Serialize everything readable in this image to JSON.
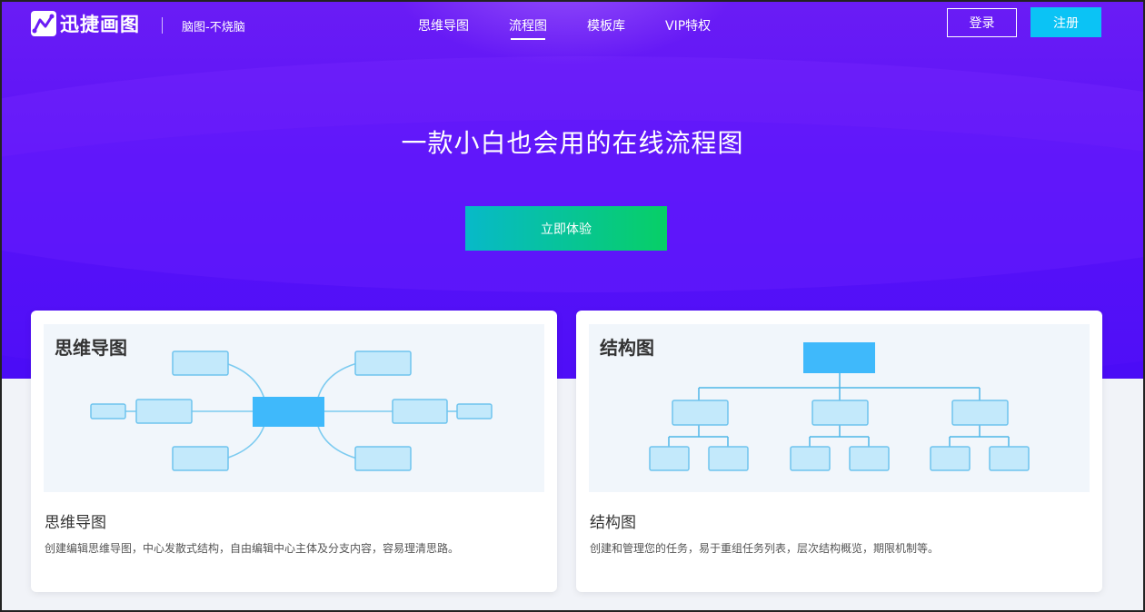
{
  "header": {
    "logo_text": "迅捷画图",
    "slogan": "脑图-不烧脑",
    "nav": [
      "思维导图",
      "流程图",
      "模板库",
      "VIP特权"
    ],
    "active_nav": "流程图",
    "login_label": "登录",
    "register_label": "注册"
  },
  "hero": {
    "title": "一款小白也会用的在线流程图",
    "cta_label": "立即体验"
  },
  "cards": [
    {
      "preview_title": "思维导图",
      "title": "思维导图",
      "desc": "创建编辑思维导图，中心发散式结构，自由编辑中心主体及分支内容，容易理清思路。"
    },
    {
      "preview_title": "结构图",
      "title": "结构图",
      "desc": "创建和管理您的任务，易于重组任务列表，层次结构概览，期限机制等。"
    }
  ],
  "colors": {
    "hero_top": "#6a1cf5",
    "hero_bottom": "#4a0cf6",
    "register_bg": "#0bc3f5",
    "cta_start": "#07b9c9",
    "cta_end": "#07cf66",
    "node_main": "#3fb9fb",
    "node_light": "#c3e9fb",
    "node_border": "#6fc4ee"
  }
}
